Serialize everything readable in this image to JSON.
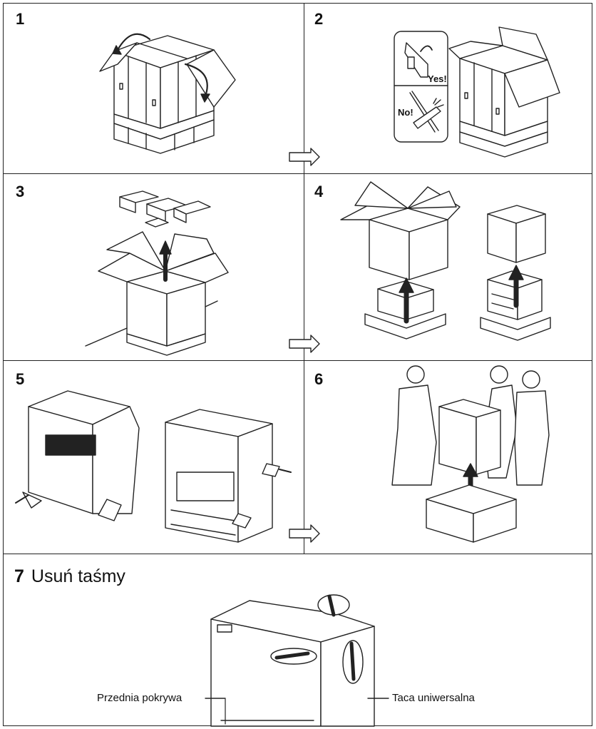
{
  "steps": [
    {
      "number": "1"
    },
    {
      "number": "2",
      "callouts": {
        "yes": "Yes!",
        "no": "No!"
      }
    },
    {
      "number": "3"
    },
    {
      "number": "4"
    },
    {
      "number": "5"
    },
    {
      "number": "6"
    },
    {
      "number": "7",
      "title": "Usuń taśmy",
      "labels": {
        "front_cover": "Przednia pokrywa",
        "mp_tray": "Taca uniwersalna"
      }
    }
  ]
}
